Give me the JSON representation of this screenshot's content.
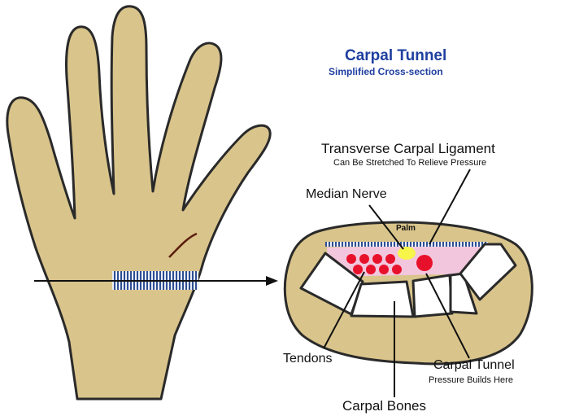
{
  "title": "Carpal Tunnel",
  "subtitle": "Simplified Cross-section",
  "labels": {
    "ligament": "Transverse Carpal Ligament",
    "ligament_note": "Can Be Stretched To Relieve Pressure",
    "median_nerve": "Median Nerve",
    "palm": "Palm",
    "tendons": "Tendons",
    "carpal_tunnel": "Carpal Tunnel",
    "carpal_tunnel_note": "Pressure Builds Here",
    "carpal_bones": "Carpal Bones"
  },
  "colors": {
    "skin": "#d9c48b",
    "skin_outline": "#2a2a2a",
    "ligament_band": "#2e4f93",
    "tunnel_fill": "#f2c7de",
    "tendon": "#e8112b",
    "nerve": "#f7f44a",
    "bone": "#ffffff",
    "title": "#1f3fa0"
  }
}
